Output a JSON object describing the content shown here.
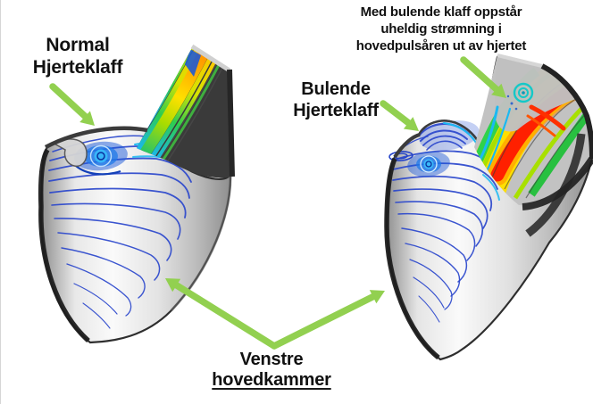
{
  "labels": {
    "normal_valve": {
      "lines": [
        "Normal",
        "Hjerteklaff"
      ]
    },
    "bulging_valve": {
      "lines": [
        "Bulende",
        "Hjerteklaff"
      ]
    },
    "aorta_note": {
      "lines": [
        "Med bulende klaff oppstår",
        "uheldig strømning i",
        "hovedpulsåren ut av hjertet"
      ]
    },
    "ventricle_label": {
      "lines": [
        "Venstre",
        "hovedkammer"
      ]
    }
  },
  "colors": {
    "background": "#ffffff",
    "text-color": "#111111",
    "arrow-green": "#92d050",
    "streamline-blue": "#2a46cc",
    "flow-cyan": "#1ab9f2",
    "flow-green": "#2ecc40",
    "flow-yellow": "#ffe000",
    "flow-orange": "#ff9000",
    "flow-red": "#ff2800",
    "heart-gray-light": "#f5f5f5",
    "heart-gray-dark": "#2b2b2b"
  }
}
